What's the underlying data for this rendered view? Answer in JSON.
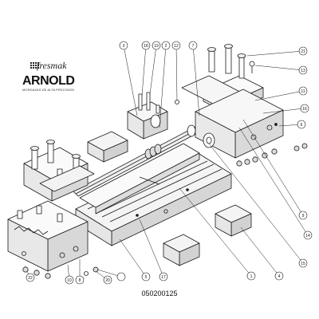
{
  "brand": {
    "name": "fresmak",
    "product": "ARNOLD",
    "tagline": "MORDAZAS DE ALTA PRECISION"
  },
  "drawing_code": "050200125",
  "callouts": [
    {
      "id": "c3",
      "label": "3"
    },
    {
      "id": "c18",
      "label": "18"
    },
    {
      "id": "c19",
      "label": "19"
    },
    {
      "id": "c2",
      "label": "2"
    },
    {
      "id": "c12",
      "label": "12"
    },
    {
      "id": "c7",
      "label": "7"
    },
    {
      "id": "c21",
      "label": "21"
    },
    {
      "id": "c13",
      "label": "13"
    },
    {
      "id": "c11",
      "label": "11"
    },
    {
      "id": "c16",
      "label": "16"
    },
    {
      "id": "c6",
      "label": "6"
    },
    {
      "id": "c9",
      "label": "9"
    },
    {
      "id": "c14",
      "label": "14"
    },
    {
      "id": "c15",
      "label": "15"
    },
    {
      "id": "c4",
      "label": "4"
    },
    {
      "id": "c1",
      "label": "1"
    },
    {
      "id": "c17",
      "label": "17"
    },
    {
      "id": "c5",
      "label": "5"
    },
    {
      "id": "c20",
      "label": "20"
    },
    {
      "id": "c10",
      "label": "10"
    },
    {
      "id": "c8",
      "label": "8"
    },
    {
      "id": "c22",
      "label": "22"
    }
  ],
  "colors": {
    "line": "#1a1a1a",
    "face_light": "#ffffff",
    "face_mid": "#e8e8e8",
    "face_dark": "#c8c8c8"
  }
}
